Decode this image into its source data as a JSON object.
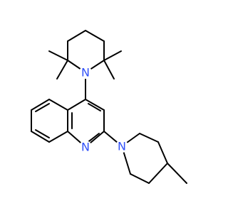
{
  "structure": {
    "atoms": [
      {
        "symbol": "N",
        "color": "#3050f8"
      },
      {
        "symbol": "N",
        "color": "#3050f8"
      },
      {
        "symbol": "N",
        "color": "#3050f8"
      }
    ],
    "colors": {
      "bond": "#000000",
      "nitrogen": "#3050f8",
      "background": "#ffffff"
    }
  }
}
